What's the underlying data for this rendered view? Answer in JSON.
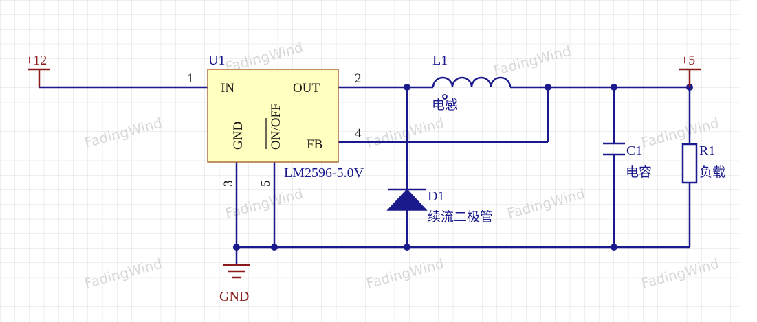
{
  "watermark": "FadingWind",
  "colors": {
    "wire": "#1a1a8c",
    "component_fill": "#ffffc0",
    "component_border": "#b06a3a",
    "power": "#8b1a1a",
    "grid": "#d9d9d9"
  },
  "power_ports": {
    "input": "+12",
    "output": "+5",
    "ground": "GND"
  },
  "u1": {
    "designator": "U1",
    "part": "LM2596-5.0V",
    "pin_in": "IN",
    "pin_out": "OUT",
    "pin_fb": "FB",
    "pin_gnd": "GND",
    "pin_onoff": "ON/OFF",
    "num_in": "1",
    "num_out": "2",
    "num_gnd": "3",
    "num_fb": "4",
    "num_onoff": "5"
  },
  "l1": {
    "designator": "L1",
    "label": "电感"
  },
  "d1": {
    "designator": "D1",
    "label": "续流二极管"
  },
  "c1": {
    "designator": "C1",
    "label": "电容"
  },
  "r1": {
    "designator": "R1",
    "label": "负载"
  }
}
